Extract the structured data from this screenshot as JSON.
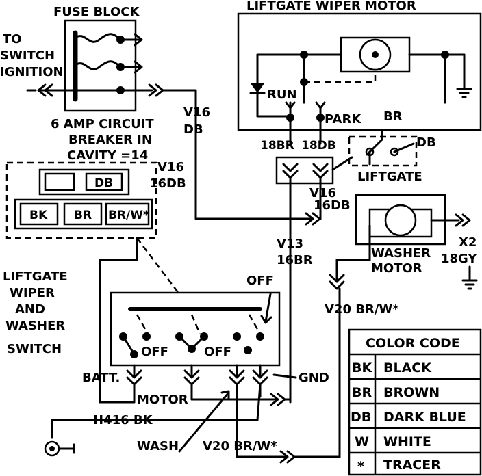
{
  "fuse_block": {
    "title": "FUSE BLOCK",
    "to_switch_line1": "TO",
    "to_switch_line2": "SWITCH",
    "to_switch_line3": "IGNITION",
    "breaker_line1": "6 AMP CIRCUIT",
    "breaker_line2": "BREAKER IN",
    "breaker_line3": "CAVITY =14"
  },
  "wiper_motor": {
    "title": "LIFTGATE WIPER MOTOR",
    "run": "RUN",
    "park": "PARK",
    "br": "BR",
    "db": "DB",
    "liftgate": "LIFTGATE"
  },
  "wires": {
    "v16": "V16",
    "db": "DB",
    "v16_16db": "16DB",
    "br18": "18BR",
    "db18": "18DB",
    "v16b": "V16",
    "v16b_16db": "16DB",
    "v13": "V13",
    "v13_16br": "16BR",
    "x2": "X2",
    "x2_18gy": "18GY",
    "v20": "V20 BR/W*",
    "h416": "H416 BK",
    "wash": "WASH",
    "v20_bottom": "V20 BR/W*"
  },
  "connector": {
    "v16": "V16",
    "v16_16db": "16DB",
    "db": "DB",
    "bk": "BK",
    "br": "BR",
    "brw": "BR/W*"
  },
  "washer_motor": {
    "line1": "WASHER",
    "line2": "MOTOR"
  },
  "switch": {
    "line1": "LIFTGATE",
    "line2": "WIPER",
    "line3": "AND",
    "line4": "WASHER",
    "line5": "SWITCH",
    "off_top": "OFF",
    "off1": "OFF",
    "off2": "OFF",
    "batt": "BATT.",
    "motor": "MOTOR",
    "gnd": "GND"
  },
  "color_code": {
    "title": "COLOR CODE",
    "rows": [
      {
        "code": "BK",
        "name": "BLACK"
      },
      {
        "code": "BR",
        "name": "BROWN"
      },
      {
        "code": "DB",
        "name": "DARK BLUE"
      },
      {
        "code": "W",
        "name": "WHITE"
      },
      {
        "code": "*",
        "name": "TRACER"
      }
    ]
  }
}
